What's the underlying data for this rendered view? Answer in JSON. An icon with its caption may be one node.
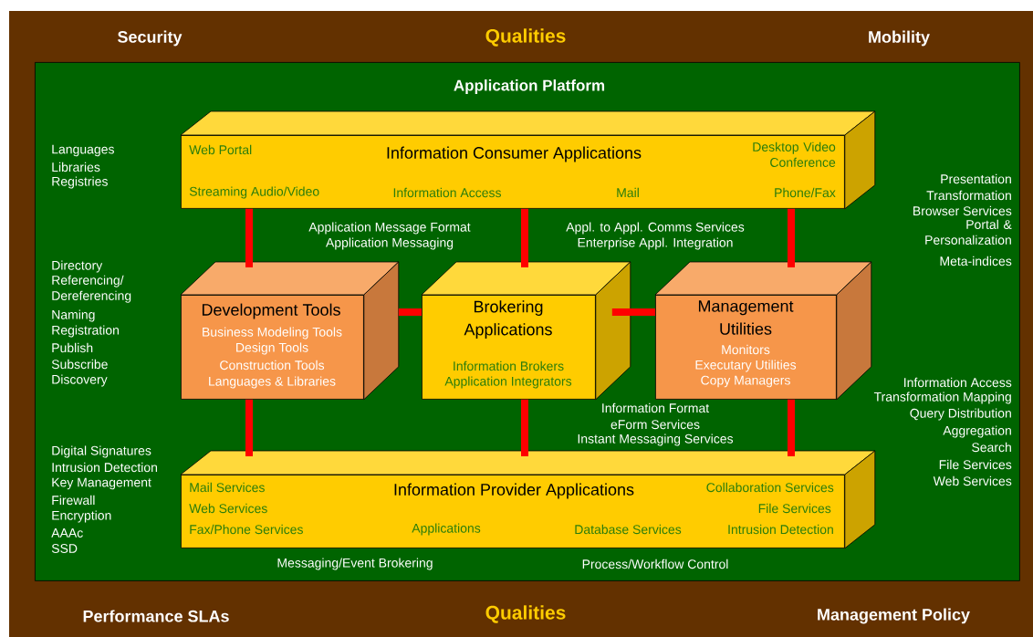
{
  "diagram": {
    "nodes": [
      {
        "text": [
          "Application Platform"
        ]
      },
      {
        "text": [
          "Information Consumer Applications",
          "Web Portal",
          "Desktop Video Conference",
          "Streaming Audio/Video",
          "Information Access",
          "Mail",
          "Phone/Fax"
        ],
        "in": 0
      },
      {
        "text": [
          "Development Tools",
          "Business Modeling Tools",
          "Design Tools",
          "Construction Tools",
          "Languages & Libraries"
        ],
        "in": 0
      },
      {
        "text": [
          "Brokering Applications",
          "Information Brokers",
          "Application Integrators"
        ],
        "in": 0
      },
      {
        "text": [
          "Management Utilities",
          "Monitors",
          "Executary Utilities",
          "Copy Managers"
        ],
        "in": 0
      },
      {
        "text": [
          "Information Provider Applications",
          "Mail Services",
          "Web Services",
          "Fax/Phone Services",
          "Applications",
          "Database Services",
          "Collaboration Services",
          "File Services",
          "Intrusion Detection"
        ],
        "in": 0
      }
    ],
    "edges": [
      {
        "from": 1,
        "to": 2,
        "arrow": "none"
      },
      {
        "from": 1,
        "to": 3,
        "arrow": "none"
      },
      {
        "from": 1,
        "to": 4,
        "arrow": "none"
      },
      {
        "from": 2,
        "to": 3,
        "arrow": "none"
      },
      {
        "from": 3,
        "to": 4,
        "arrow": "none"
      },
      {
        "from": 2,
        "to": 5,
        "arrow": "none"
      },
      {
        "from": 3,
        "to": 5,
        "arrow": "none"
      },
      {
        "from": 4,
        "to": 5,
        "arrow": "none"
      }
    ],
    "labels": [
      "Security",
      "Qualities",
      "Mobility",
      "Languages",
      "Libraries",
      "Registries",
      "Application Message Format",
      "Application Messaging",
      "Appl. to Appl. Comms Services",
      "Enterprise Appl. Integration",
      "Presentation",
      "Transformation",
      "Browser Services",
      "Portal & Personalization",
      "Meta-indices",
      "Directory",
      "Referencing/ Dereferencing",
      "Naming",
      "Registration",
      "Publish",
      "Subscribe",
      "Discovery",
      "Information Access",
      "Transformation Mapping",
      "Query Distribution",
      "Aggregation",
      "Search",
      "File Services",
      "Web Services",
      "Information Format",
      "eForm Services",
      "Instant Messaging Services",
      "Digital Signatures",
      "Intrusion Detection",
      "Key Management",
      "Firewall",
      "Encryption",
      "AAAc",
      "SSD",
      "Messaging/Event Brokering",
      "Process/Workflow Control",
      "Performance SLAs",
      "Qualities",
      "Management Policy"
    ]
  }
}
